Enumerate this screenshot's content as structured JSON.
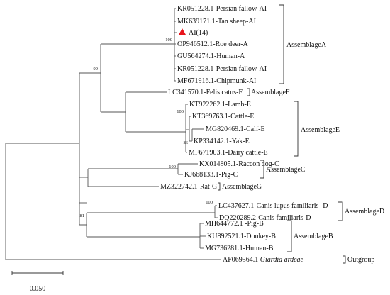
{
  "taxa": {
    "a1": "KR051228.1-Persian fallow-AI",
    "a2": "MK639171.1-Tan sheep-AI",
    "a3": "AI(14)",
    "a4": "OP946512.1-Roe deer-A",
    "a5": "GU564274.1-Human-A",
    "a6": "KR051228.1-Persian fallow-AI",
    "a7": "MF671916.1-Chipmunk-AI",
    "f1": "LC341570.1-Felis catus-F",
    "e1": "KT922262.1-Lamb-E",
    "e2": "KT369763.1-Cattle-E",
    "e3": "MG820469.1-Calf-E",
    "e4": "KP334142.1-Yak-E",
    "e5": "MF671903.1-Dairy cattle-E",
    "c1": "KX014805.1-Raccon dog-C",
    "c2": "KJ668133.1-Pig-C",
    "g1": "MZ322742.1-Rat-G",
    "d1": "LC437627.1-Canis lupus familiaris- D",
    "d2": "DQ220289.2-Canis familiaris-D",
    "b1": "MH644772.1 -Pig-B",
    "b2": "KU892521.1-Donkey-B",
    "b3": "MG736281.1-Human-B",
    "out_acc": "AF069564.1",
    "out_name": "Giardia ardeae"
  },
  "groups": {
    "A": "AssemblageA",
    "F": "AssemblageF",
    "E": "AssemblageE",
    "C": "AssemblageC",
    "G": "AssemblageG",
    "D": "AssemblageD",
    "B": "AssemblageB",
    "out": "Outgroup"
  },
  "bootstrap": {
    "A": "100",
    "AF": "99",
    "E": "100",
    "E2": "86",
    "C": "100",
    "D": "100",
    "DB": "81"
  },
  "scale_bar": "0.050",
  "colors": {
    "marker": "#e8141c"
  },
  "icons": {
    "marker": "red-triangle-icon"
  }
}
